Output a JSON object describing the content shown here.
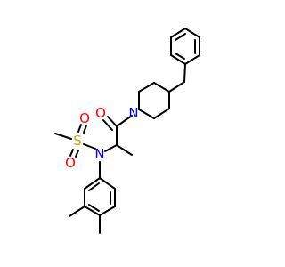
{
  "molecule": {
    "atoms": {
      "oxygen_carbonyl": {
        "symbol": "O",
        "color": "#ff0000"
      },
      "nitrogen_piperidine": {
        "symbol": "N",
        "color": "#0000ff"
      },
      "nitrogen_sulfonamide": {
        "symbol": "N",
        "color": "#0000ff"
      },
      "sulfur": {
        "symbol": "S",
        "color": "#b2b200"
      },
      "oxygen_sulfonyl_top": {
        "symbol": "O",
        "color": "#ff0000"
      },
      "oxygen_sulfonyl_bottom": {
        "symbol": "O",
        "color": "#ff0000"
      }
    },
    "bond_color": "#000000"
  }
}
